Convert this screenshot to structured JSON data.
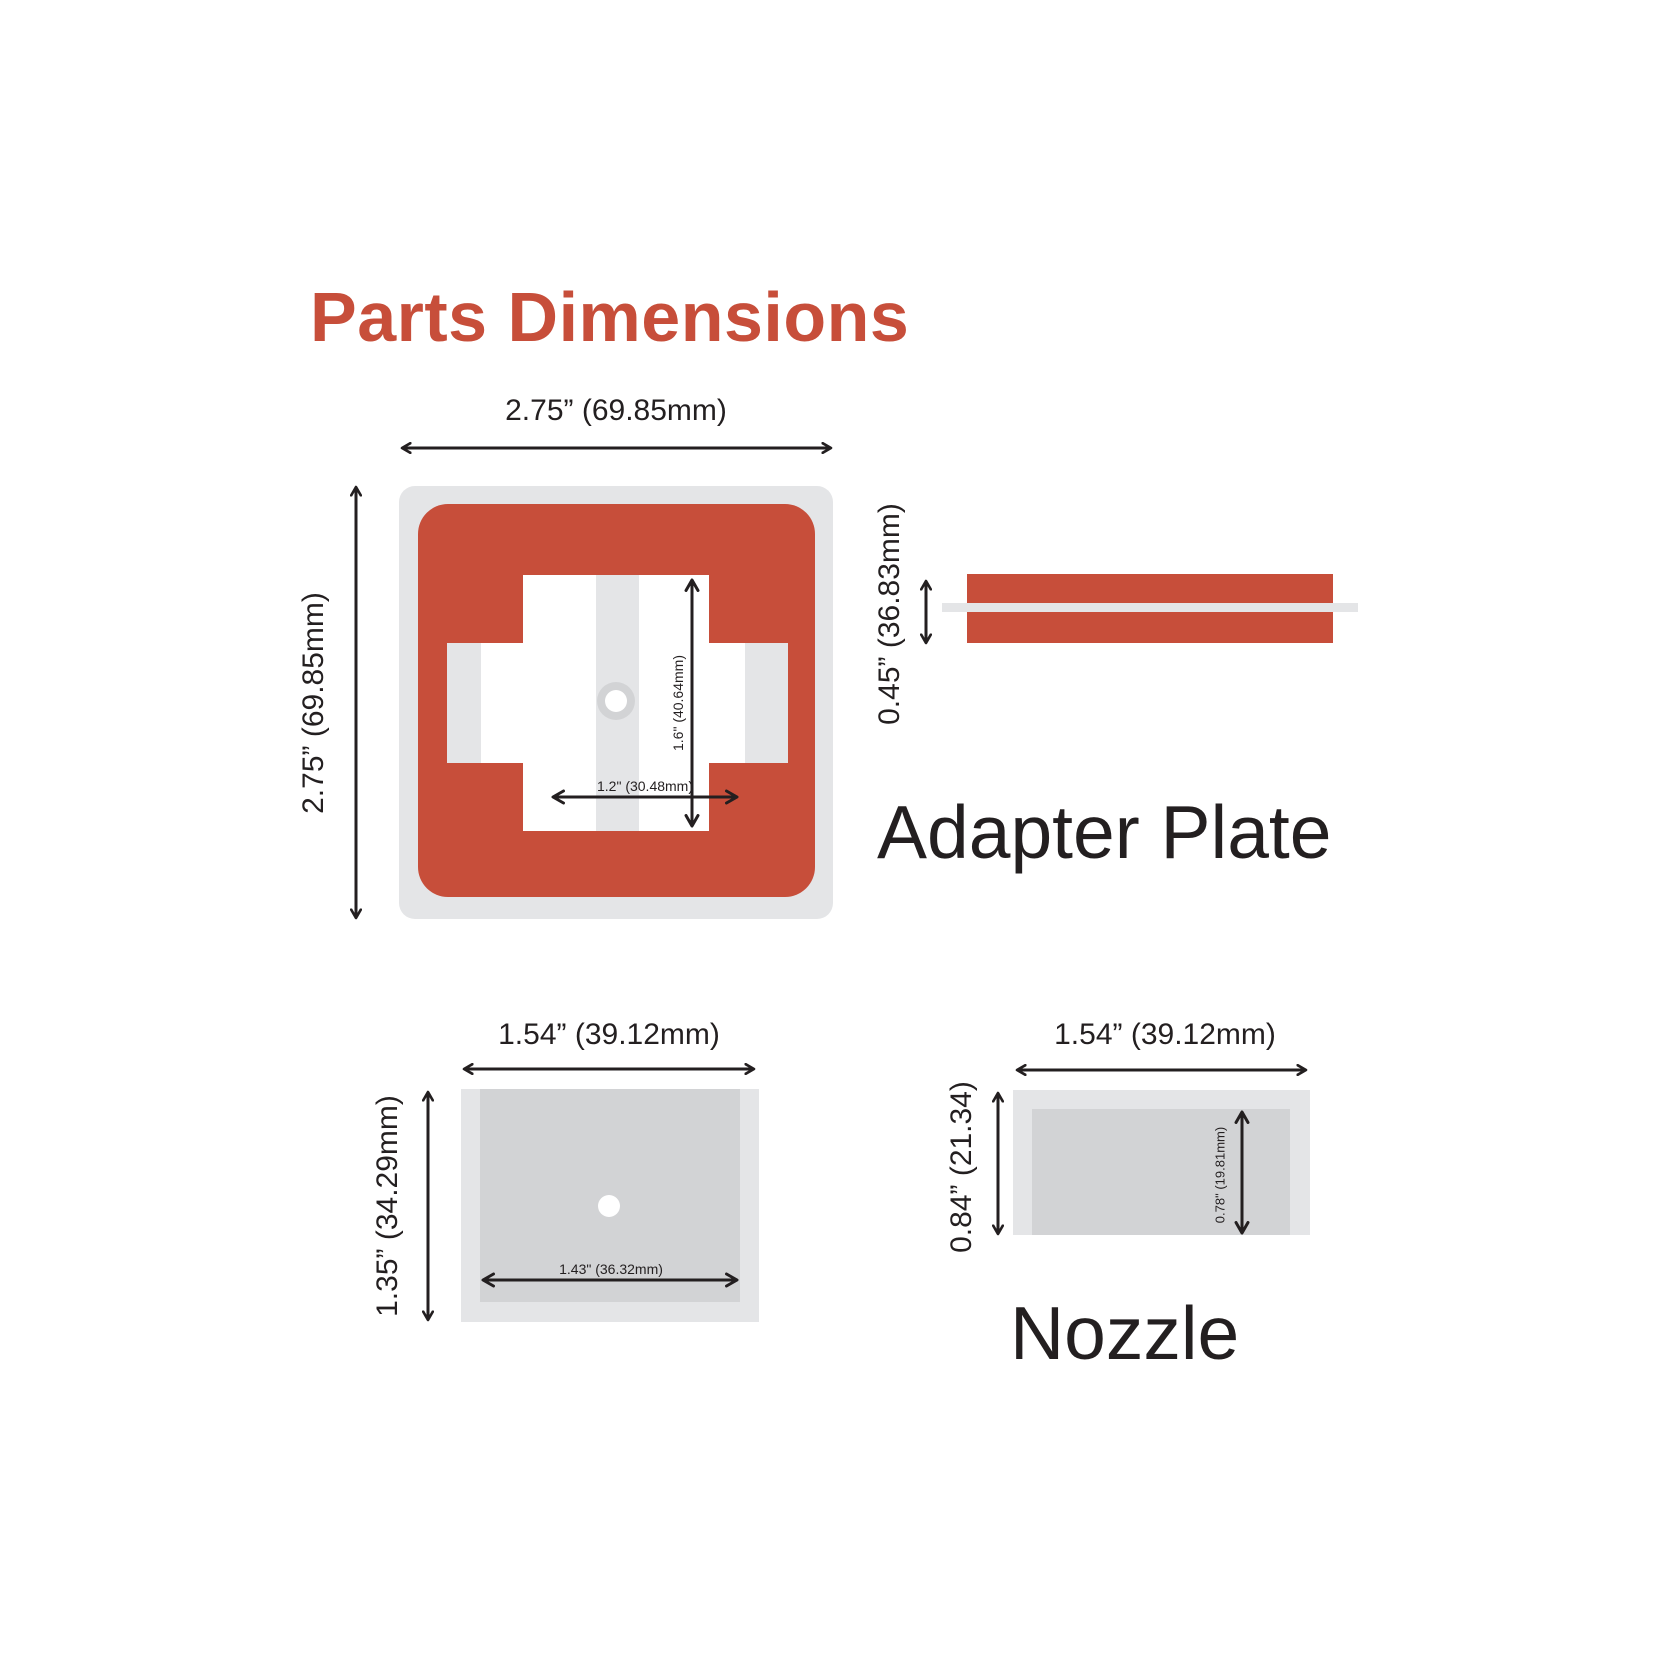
{
  "title": "Parts Dimensions",
  "colors": {
    "accent_red": "#c74e3a",
    "light_gray": "#e4e5e7",
    "mid_gray": "#d2d3d5",
    "arrow": "#231f20",
    "background": "#ffffff"
  },
  "adapter_plate": {
    "name": "Adapter Plate",
    "width_label": "2.75” (69.85mm)",
    "height_label": "2.75” (69.85mm)",
    "thickness_label": "0.45” (36.83mm)",
    "cutout_height_label": "1.6\" (40.64mm)",
    "cutout_width_label": "1.2\" (30.48mm)"
  },
  "base_part": {
    "width_label": "1.54” (39.12mm)",
    "height_label": "1.35” (34.29mm)",
    "inner_width_label": "1.43\" (36.32mm)"
  },
  "nozzle": {
    "name": "Nozzle",
    "width_label": "1.54” (39.12mm)",
    "height_label": "0.84” (21.34)",
    "inner_height_label": "0.78\" (19.81mm)"
  }
}
